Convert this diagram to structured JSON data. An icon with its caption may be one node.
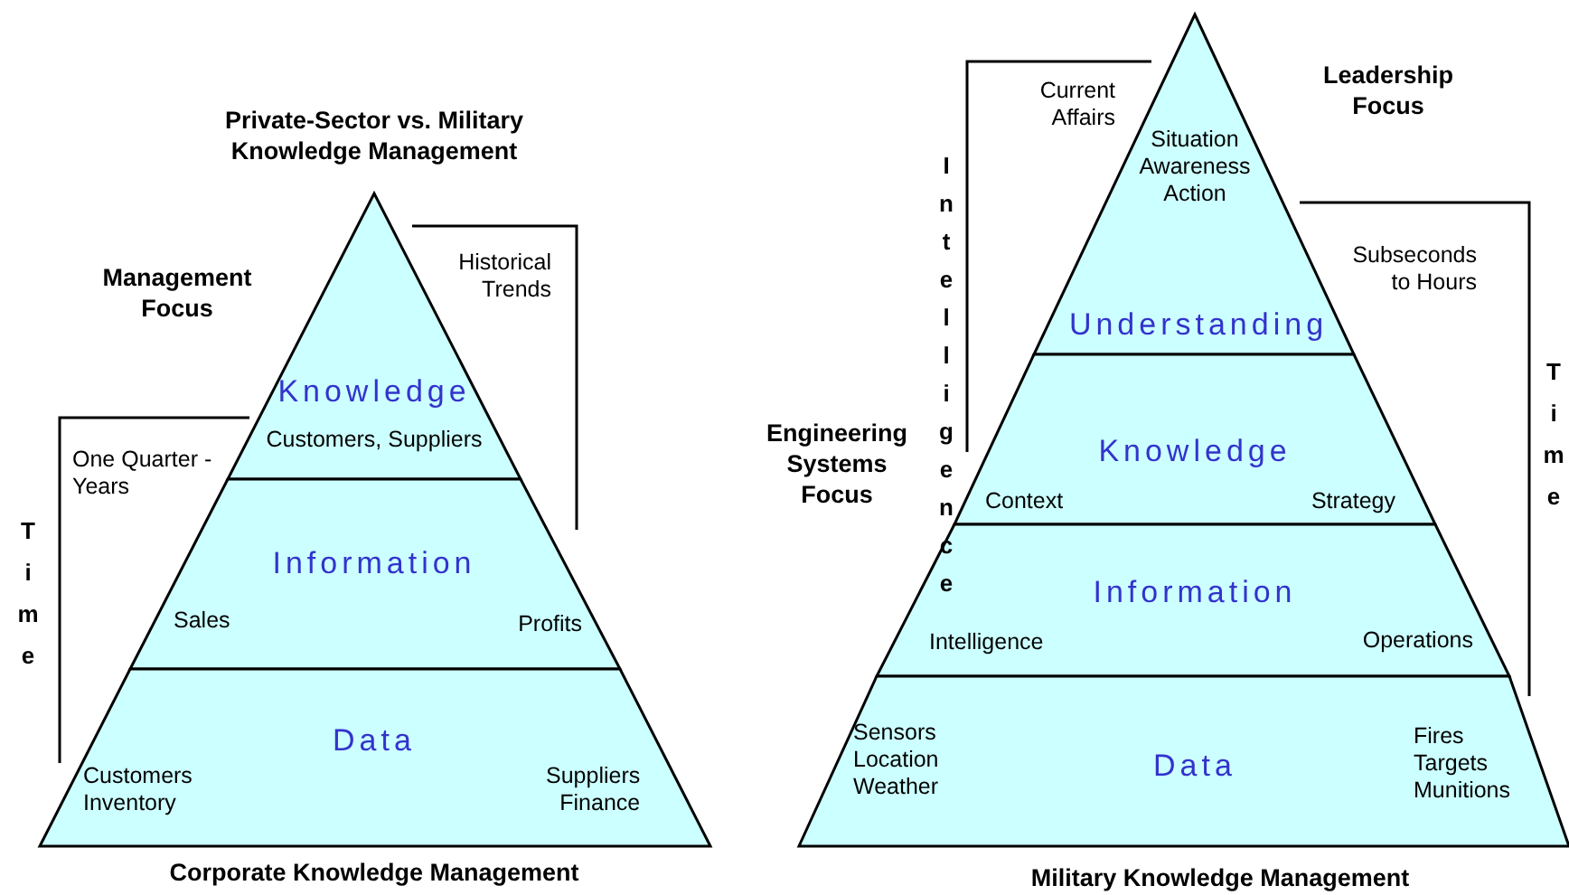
{
  "diagram": {
    "title": "Private-Sector vs. Military Knowledge Management",
    "nodes": [
      {
        "text": [
          "Knowledge",
          "Customers, Suppliers"
        ]
      },
      {
        "text": [
          "Information",
          "Sales",
          "Profits"
        ]
      },
      {
        "text": [
          "Customers Inventory",
          "Data",
          "Suppliers Finance"
        ],
        "beside": [
          "Corporate Knowledge Management"
        ]
      },
      {
        "text": [
          "Situation Awareness Action",
          "Understanding"
        ]
      },
      {
        "text": [
          "Knowledge",
          "Context",
          "Strategy"
        ]
      },
      {
        "text": [
          "Information",
          "Intelligence",
          "Operations"
        ]
      },
      {
        "text": [
          "Sensors Location Weather",
          "Data",
          "Fires Targets Munitions"
        ],
        "beside": [
          "Military Knowledge Management"
        ]
      }
    ],
    "edges": [],
    "labels": [
      "Management Focus",
      "Historical Trends",
      "One Quarter - Years",
      "Time",
      "Current Affairs",
      "Leadership Focus",
      "Intelligence",
      "Subseconds to Hours",
      "Engineering Systems Focus",
      "Time"
    ]
  }
}
